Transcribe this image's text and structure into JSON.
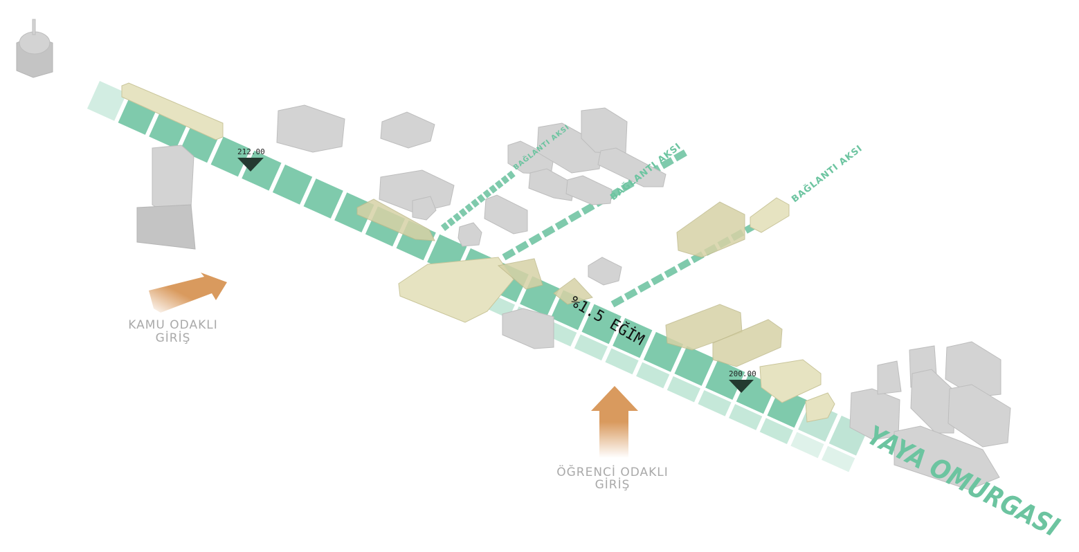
{
  "labels": {
    "spine": "YAYA OMURGASI",
    "slope": "%1.5 EĞİM",
    "elevation_top": "212.00",
    "elevation_bottom": "200.00",
    "branch_1": "BAĞLANTI AKSI",
    "branch_2": "BAĞLANTI AKSI",
    "branch_3": "BAĞLANTI AKSI",
    "public_entry_line1": "KAMU ODAKLI",
    "public_entry_line2": "GİRİŞ",
    "student_entry_line1": "ÖĞRENCİ ODAKLI",
    "student_entry_line2": "GİRİŞ"
  },
  "colors": {
    "spine_green": "#7fcaac",
    "spine_light": "#bfe5d5",
    "building_gray": "#d3d3d3",
    "new_building_cream": "#e6e3c1",
    "arrow_orange": "#d99a5e",
    "marker_dark": "#233a30"
  }
}
